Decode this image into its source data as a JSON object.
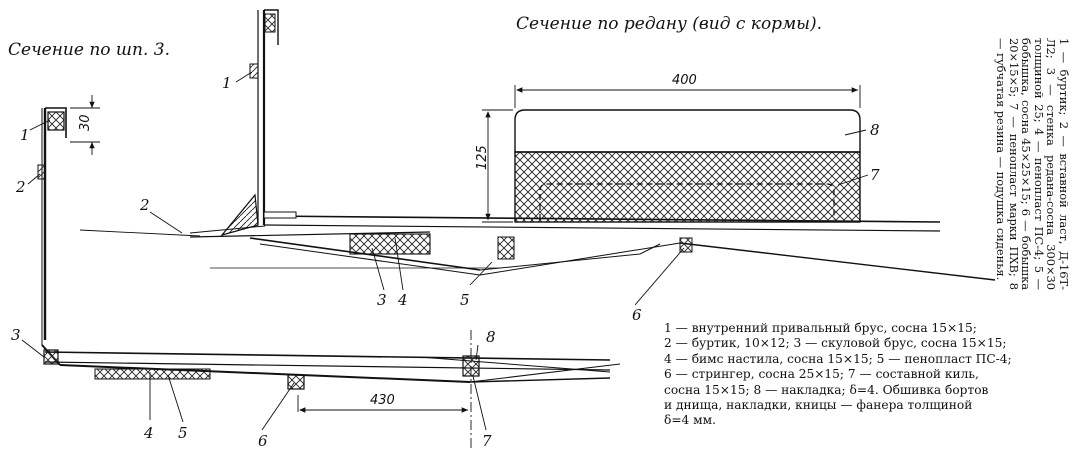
{
  "titles": {
    "section_frame": "Сечение по шп. 3.",
    "section_step": "Сечение по редану (вид с кормы)."
  },
  "dimensions": {
    "d30": "30",
    "d400": "400",
    "d125": "125",
    "d430": "430"
  },
  "callouts": {
    "top_left": [
      "1",
      "2",
      "3",
      "4",
      "5",
      "6",
      "7",
      "8"
    ],
    "bottom_left": [
      "1",
      "2",
      "3",
      "4",
      "5",
      "6",
      "7",
      "8"
    ]
  },
  "callout_text": {
    "c1": "1",
    "c2": "2",
    "c3": "3",
    "c4": "4",
    "c5": "5",
    "c6": "6",
    "c7": "7",
    "c8": "8"
  },
  "legend_step": "1 — буртик; 2 — вставной ласт, Д-16Т-Л2; 3 — стенка редана-сосна 300×30 толщиной 25; 4 — пенопласт ПС-4; 5 — бобышка, сосна 45×25×15; 6 — бобышка 20×15×5; 7 — пенопласт марки ПХВ; 8 — губчатая резина — подушка сиденья.",
  "legend_frame": [
    "1 — внутренний привальный брус, сосна 15×15;",
    "2 — буртик, 10×12; 3 — скуловой брус, сосна 15×15;",
    "4 — бимс настила, сосна 15×15; 5 — пенопласт ПС-4;",
    "6 — стрингер, сосна 25×15; 7 — составной киль,",
    "сосна 15×15; 8 — накладка; δ=4. Обшивка бортов",
    "и днища, накладки, кницы — фанера толщиной",
    "δ=4 мм."
  ]
}
